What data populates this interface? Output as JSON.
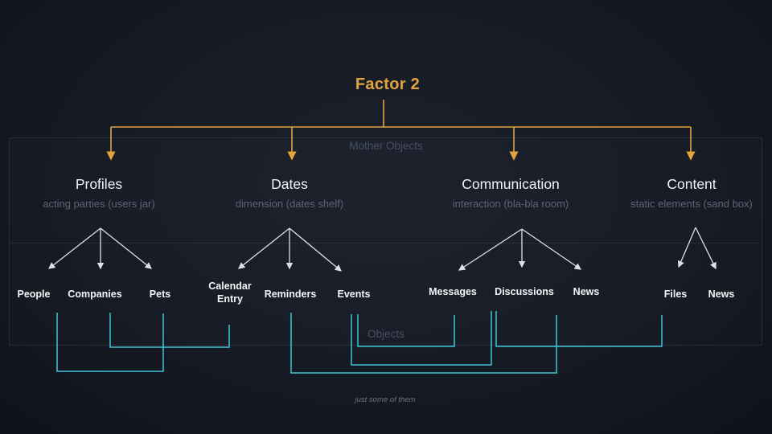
{
  "diagram": {
    "title": "Factor 2",
    "section_labels": {
      "top": "Mother Objects",
      "bottom": "Objects"
    },
    "footnote": "just some of them",
    "colors": {
      "background": "#161a24",
      "accent_orange": "#e2a43e",
      "accent_cyan": "#3fc6d8",
      "arrow_white": "#dfe1e5",
      "box_border": "#333a48",
      "muted_label": "#475064",
      "subtitle_text": "#5c6574"
    },
    "mother_objects": [
      {
        "label": "Profiles",
        "subtitle": "acting parties (users jar)"
      },
      {
        "label": "Dates",
        "subtitle": "dimension (dates shelf)"
      },
      {
        "label": "Communication",
        "subtitle": "interaction (bla-bla room)"
      },
      {
        "label": "Content",
        "subtitle": "static elements (sand box)"
      }
    ],
    "objects": [
      {
        "label": "People"
      },
      {
        "label": "Companies"
      },
      {
        "label": "Pets"
      },
      {
        "label": "Calendar Entry"
      },
      {
        "label": "Reminders"
      },
      {
        "label": "Events"
      },
      {
        "label": "Messages"
      },
      {
        "label": "Discussions"
      },
      {
        "label": "News"
      },
      {
        "label": "Files"
      },
      {
        "label": "News"
      }
    ]
  }
}
